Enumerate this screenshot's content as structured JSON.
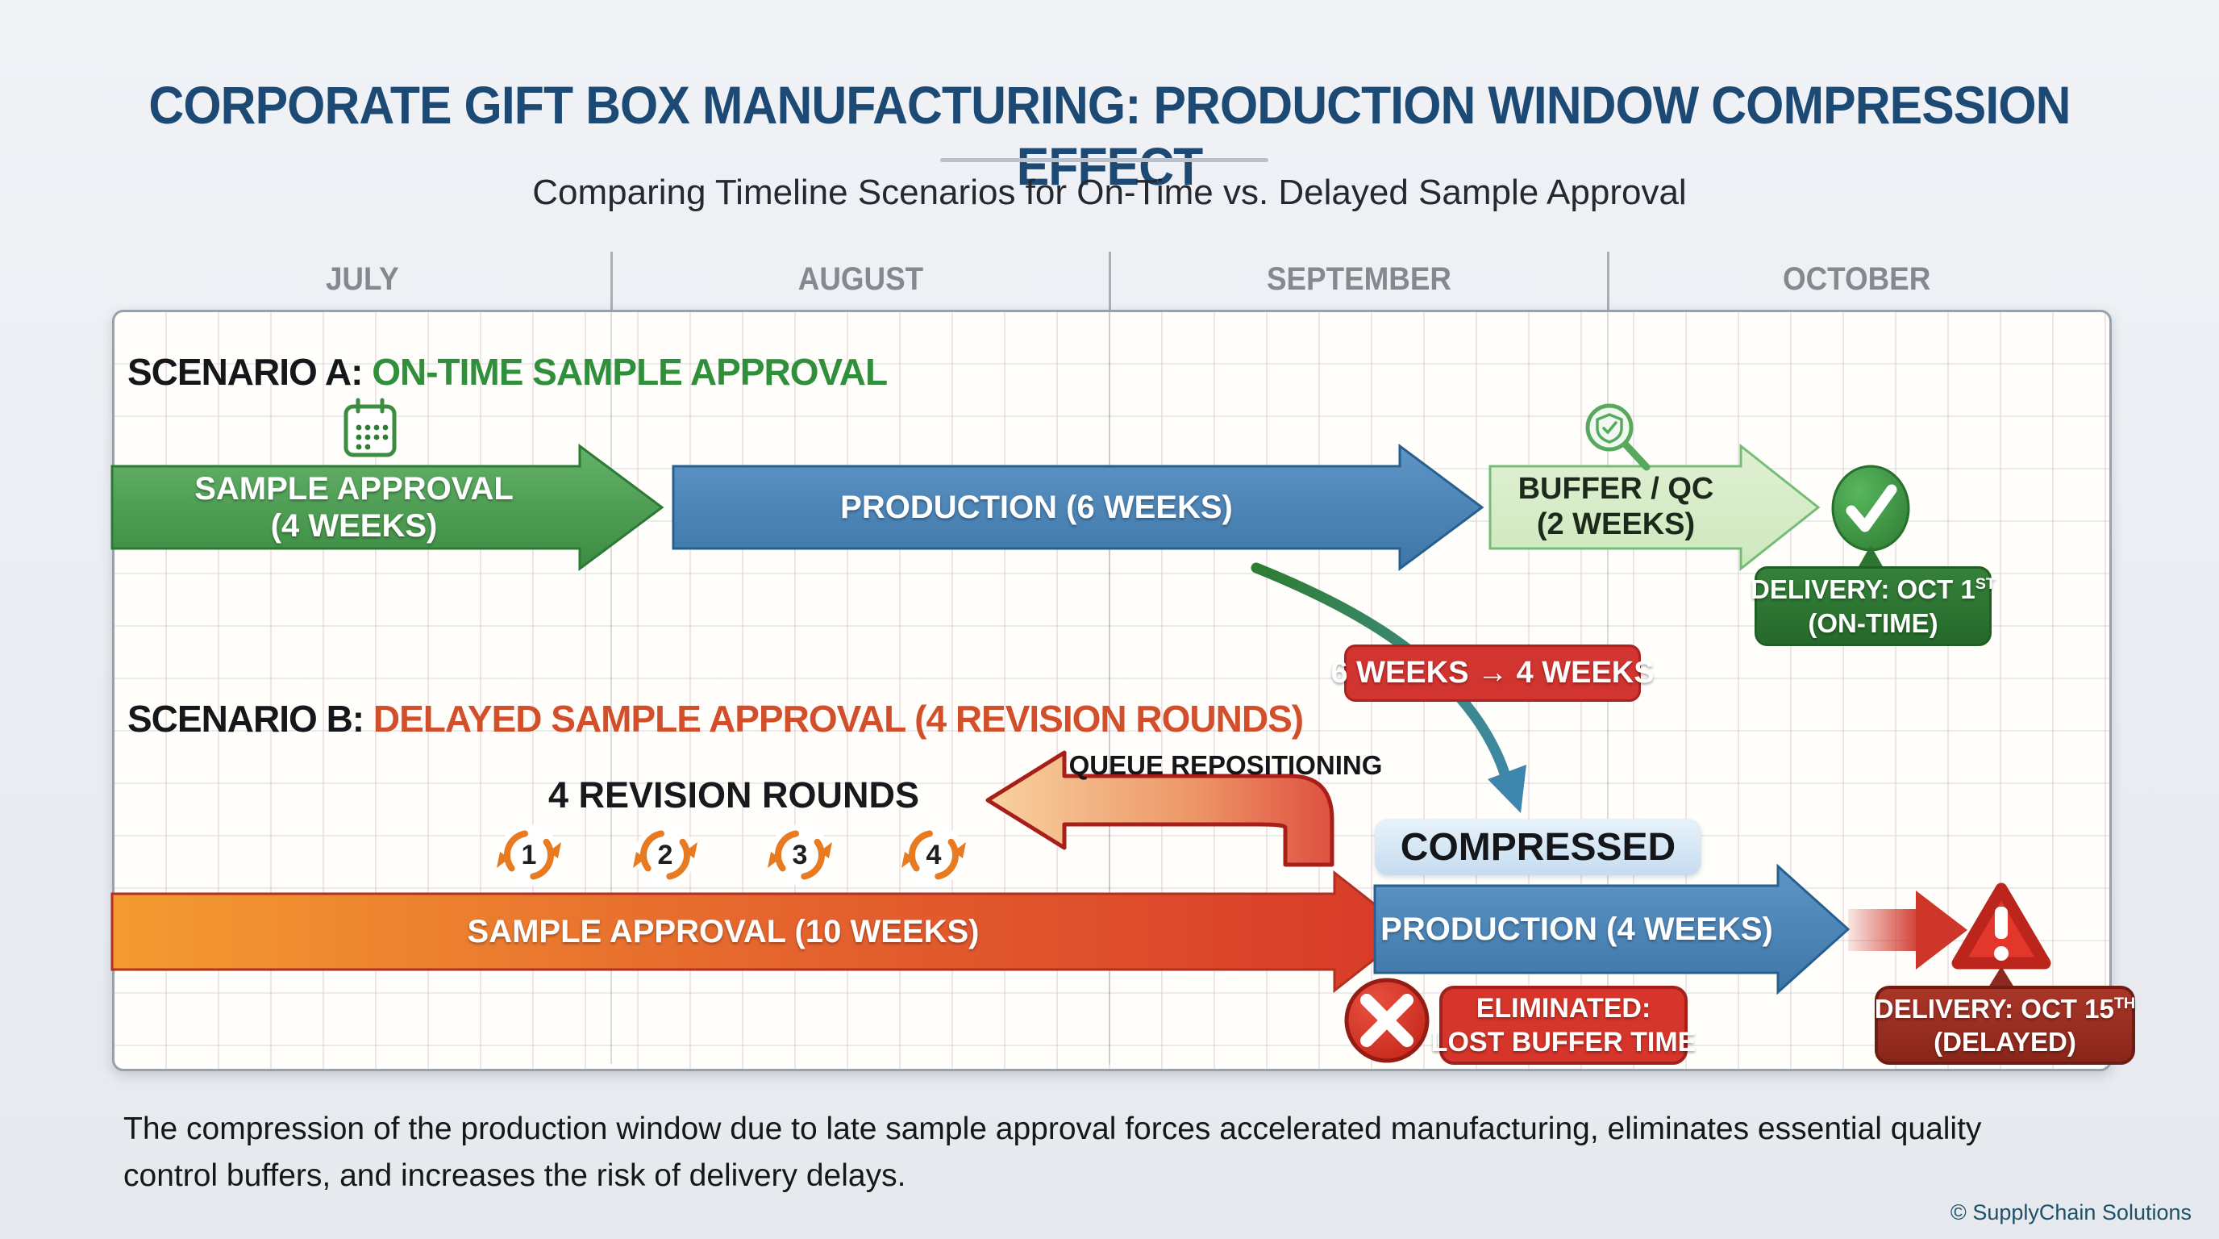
{
  "title": "CORPORATE GIFT BOX MANUFACTURING: PRODUCTION WINDOW COMPRESSION EFFECT",
  "subtitle": "Comparing Timeline Scenarios for On-Time vs. Delayed Sample Approval",
  "months": [
    "JULY",
    "AUGUST",
    "SEPTEMBER",
    "OCTOBER"
  ],
  "scenario_a": {
    "label_prefix": "SCENARIO A:",
    "label_highlight": "ON-TIME SAMPLE APPROVAL",
    "sample_approval": {
      "line1": "SAMPLE APPROVAL",
      "line2": "(4 WEEKS)"
    },
    "production": "PRODUCTION (6 WEEKS)",
    "buffer": {
      "line1": "BUFFER / QC",
      "line2": "(2 WEEKS)"
    },
    "delivery": {
      "line1_pre": "DELIVERY: OCT 1",
      "line1_sup": "ST",
      "line2": "(ON-TIME)"
    }
  },
  "compression_callout": "6 WEEKS → 4 WEEKS",
  "scenario_b": {
    "label_prefix": "SCENARIO B:",
    "label_highlight": "DELAYED SAMPLE APPROVAL (4 REVISION ROUNDS)",
    "revision_title": "4 REVISION ROUNDS",
    "revision_rounds": [
      "1",
      "2",
      "3",
      "4"
    ],
    "queue_label": "QUEUE REPOSITIONING",
    "sample_approval": "SAMPLE APPROVAL (10 WEEKS)",
    "compressed_label": "COMPRESSED",
    "production": "PRODUCTION (4 WEEKS)",
    "eliminated": {
      "line1": "ELIMINATED:",
      "line2": "LOST BUFFER TIME"
    },
    "delivery": {
      "line1_pre": "DELIVERY: OCT 15",
      "line1_sup": "TH",
      "line2": "(DELAYED)"
    }
  },
  "footer": {
    "line1": "The compression of the production window due to late sample approval forces accelerated manufacturing, eliminates essential quality",
    "line2": "control buffers, and increases the risk of delivery delays."
  },
  "credit": "© SupplyChain Solutions",
  "colors": {
    "title_navy": "#1c4a74",
    "scenario_a_green": "#2f8f3b",
    "scenario_b_orange": "#d14f2a",
    "timeline_blue": "#4a86b8",
    "buffer_light_green": "#d9edcb",
    "alert_red": "#d23430",
    "delivery_ontime_green": "#2c7531",
    "delivery_delayed_darkred": "#8c2a1d",
    "compressed_light_blue": "#cfe3f2"
  }
}
